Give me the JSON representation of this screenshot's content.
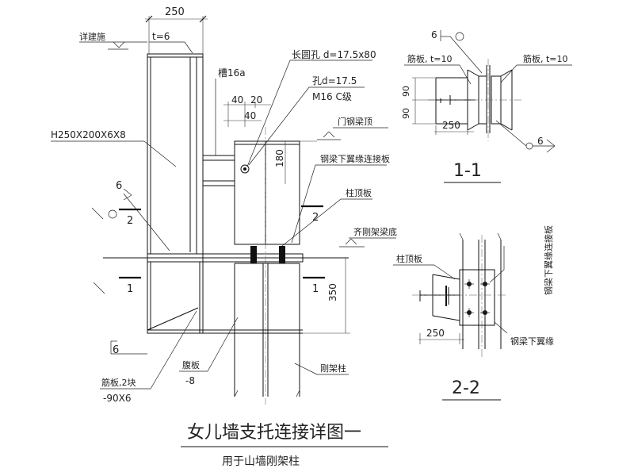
{
  "main": {
    "title": "女儿墙支托连接详图一",
    "subtitle": "用于山墙刚架柱",
    "dim_250": "250",
    "t6": "t=6",
    "ref_arch": "详建施",
    "channel": "槽16a",
    "slot_hole": "长圆孔 d=17.5x80",
    "hole": "孔d=17.5",
    "bolt": "M16 C级",
    "dim_40a": "40",
    "dim_20": "20",
    "dim_40b": "40",
    "beam_top": "门钢梁顶",
    "dim_180": "180",
    "section_h": "H250X200X6X8",
    "beam_conn_plate": "钢梁下翼缘连接板",
    "weld_6": "6",
    "sec2": "2",
    "col_cap": "柱顶板",
    "frame_beam_bottom": "齐刚架梁底",
    "sec1": "1",
    "dim_350": "350",
    "weld_6b": "6",
    "stiffener": "筋板,2块",
    "stiffener_size": "-90X6",
    "web_plate": "腹板",
    "web_size": "-8",
    "frame_col": "刚架柱"
  },
  "section11": {
    "label": "1-1",
    "weld_6a": "6",
    "weld_6b": "6",
    "rib_left": "筋板, t=10",
    "rib_right": "筋板, t=10",
    "dim_90a": "90",
    "dim_90b": "90",
    "dim_250": "250"
  },
  "section22": {
    "label": "2-2",
    "col_cap": "柱顶板",
    "beam_conn_plate": "钢梁下翼缘连接板",
    "beam_flange": "钢梁下翼缘",
    "dim_250": "250"
  }
}
